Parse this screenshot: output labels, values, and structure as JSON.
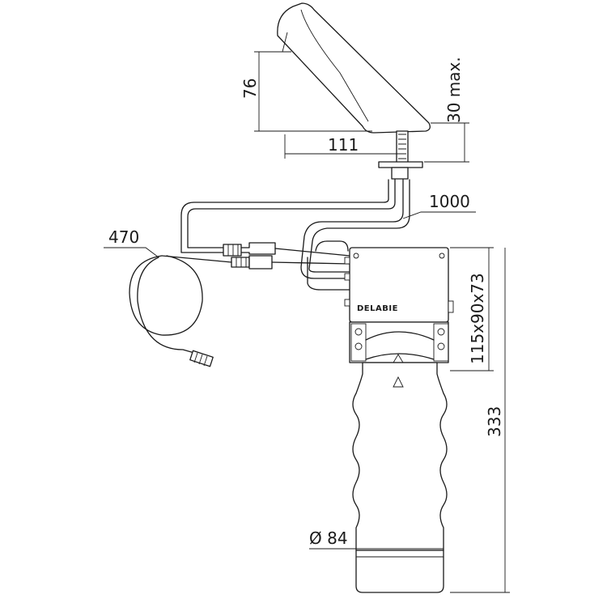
{
  "dimensions": {
    "spout_height": "76",
    "max_thickness": "30 max.",
    "spout_reach": "111",
    "hose_length": "1000",
    "cable_length": "470",
    "box_size": "115x90x73",
    "overall_height": "333",
    "diameter": "Ø 84"
  },
  "brand_label": "DELABIE"
}
